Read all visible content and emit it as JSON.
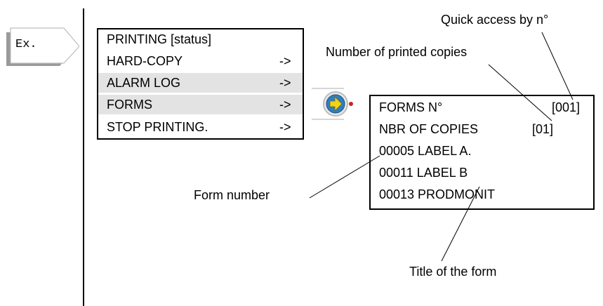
{
  "example_tag": {
    "label": "Ex."
  },
  "menu": {
    "items": [
      {
        "label": "PRINTING [status]",
        "arrow": "",
        "highlighted": false
      },
      {
        "label": "HARD-COPY",
        "arrow": "->",
        "highlighted": false
      },
      {
        "label": "ALARM LOG",
        "arrow": "->",
        "highlighted": true
      },
      {
        "label": "FORMS",
        "arrow": "->",
        "highlighted": true
      },
      {
        "label": "STOP PRINTING.",
        "arrow": "->",
        "highlighted": false
      }
    ]
  },
  "screen": {
    "rows": [
      {
        "label": "FORMS N°",
        "value": "[001]"
      },
      {
        "label": "NBR OF COPIES",
        "value": "[01]"
      },
      {
        "label": "00005 LABEL A.",
        "value": ""
      },
      {
        "label": "00011 LABEL B",
        "value": ""
      },
      {
        "label": "00013 PRODMONIT",
        "value": ""
      }
    ]
  },
  "annotations": {
    "quick_access": "Quick access by n°",
    "printed_copies": "Number of printed copies",
    "form_number": "Form number",
    "form_title": "Title of the form"
  },
  "colors": {
    "highlight": "#e3e3e3",
    "tag_shadow": "#9a9a9a",
    "button_fill": "#2f7fc0",
    "button_arrow": "#f2d21a",
    "button_dot": "#d02020"
  },
  "icons": {
    "next_button": "arrow-right-icon"
  }
}
